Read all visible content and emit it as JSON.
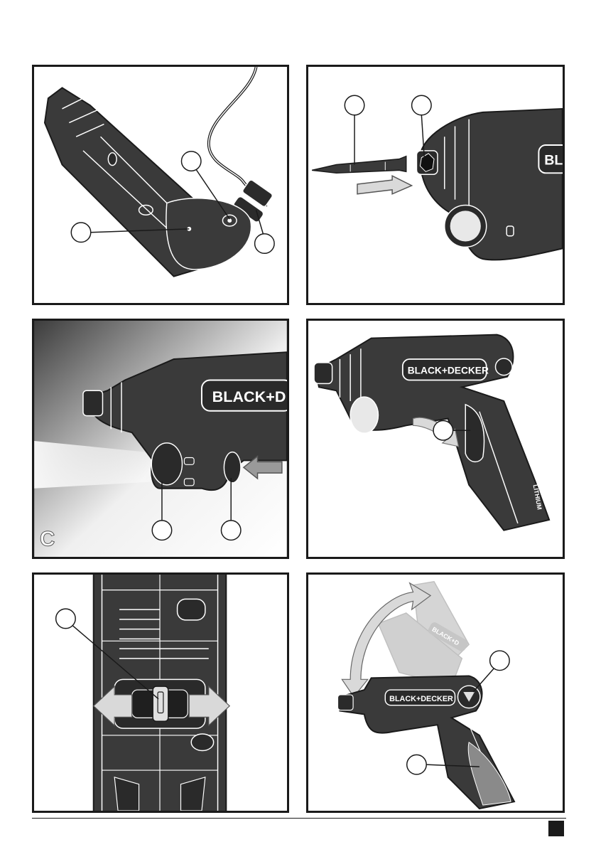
{
  "figures": [
    {
      "id": "A"
    },
    {
      "id": "B",
      "brand": "BL"
    },
    {
      "id": "C",
      "letter": "C",
      "brand": "BLACK+D"
    },
    {
      "id": "D",
      "brand": "BLACK+DECKER",
      "side_text": "LITHIUM"
    },
    {
      "id": "E"
    },
    {
      "id": "F",
      "brand": "BLACK+DECKER",
      "ghost_brand": "BLACK+D"
    }
  ],
  "colors": {
    "tool_body": "#3a3a3a",
    "outline": "#ffffff",
    "panel_border": "#1a1a1a",
    "arrow_fill": "#d9d9d9"
  }
}
